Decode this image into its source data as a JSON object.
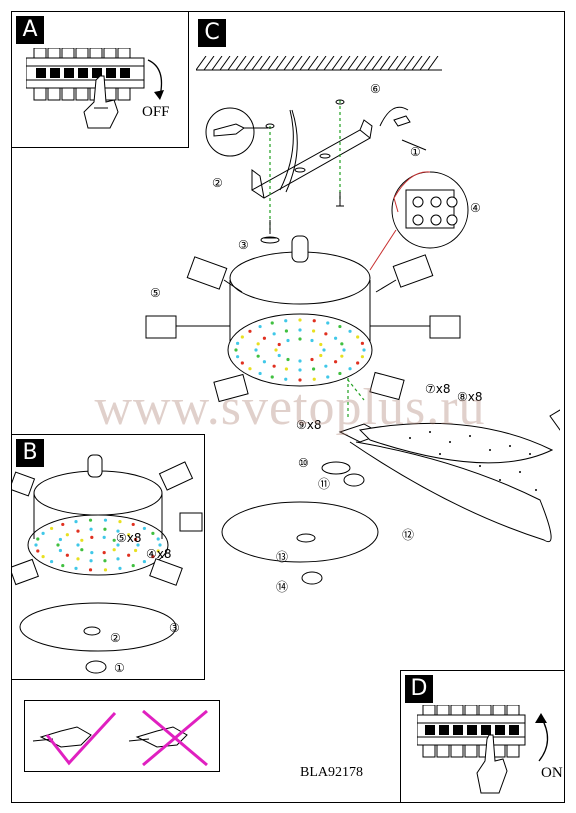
{
  "panels": {
    "a": {
      "letter": "A",
      "state": "OFF"
    },
    "b": {
      "letter": "B"
    },
    "c": {
      "letter": "C"
    },
    "d": {
      "letter": "D",
      "state": "ON"
    }
  },
  "steps_c": {
    "s1": "①",
    "s2": "②",
    "s3": "③",
    "s4": "④",
    "s5": "⑤",
    "s6": "⑥",
    "s7": "⑦x8",
    "s8": "⑧x8",
    "s9": "⑨x8",
    "s10": "⑩",
    "s11": "⑪",
    "s12": "⑫",
    "s13": "⑬",
    "s14": "⑭"
  },
  "steps_b": {
    "s1": "①",
    "s2": "②",
    "s3": "③",
    "s4": "④x8",
    "s5": "⑤x8"
  },
  "model_code": "BLA92178",
  "watermark": "www.svetoplus.ru",
  "colors": {
    "accent": "#e020c0",
    "led_cyan": "#40c8e8",
    "led_yellow": "#e8e020",
    "led_red": "#e03020",
    "led_green": "#40c040",
    "wire": "#c83030",
    "hole": "#20a020"
  }
}
